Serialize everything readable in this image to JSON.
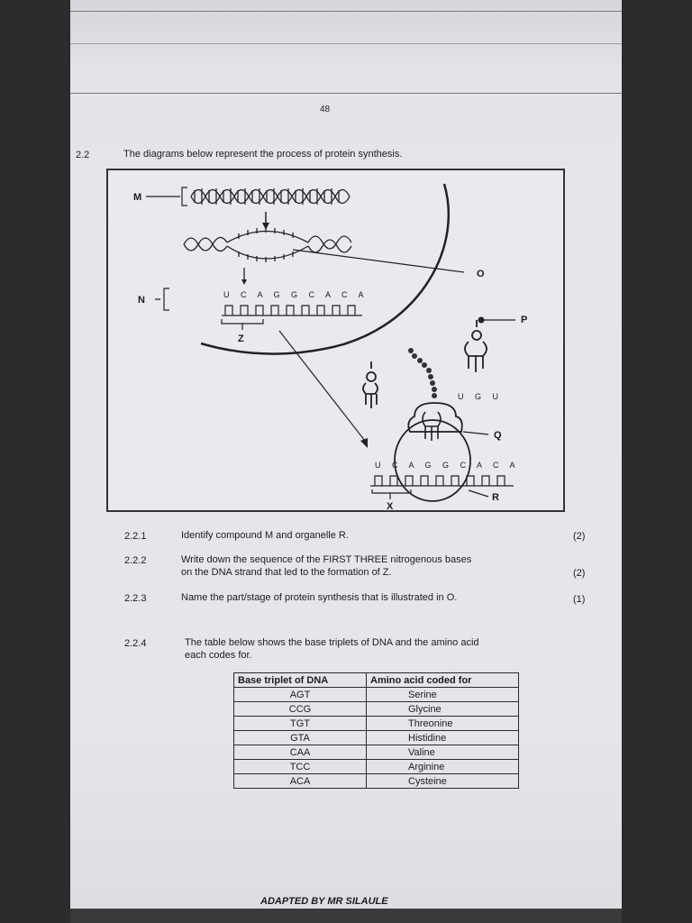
{
  "page_number": "48",
  "question": {
    "number": "2.2",
    "text": "The diagrams below represent the process of protein synthesis."
  },
  "diagram": {
    "labels": {
      "M": "M",
      "N": "N",
      "O": "O",
      "P": "P",
      "Q": "Q",
      "R": "R",
      "X": "X",
      "Z": "Z"
    },
    "mrna_bases": "U C A G G C A C A",
    "ribosome_bases": "U C A G G C A C A",
    "anticodon": "U G U"
  },
  "subquestions": [
    {
      "number": "2.2.1",
      "text": "Identify compound M and organelle R.",
      "marks": "(2)"
    },
    {
      "number": "2.2.2",
      "text": "Write down the sequence of the FIRST THREE nitrogenous bases",
      "text2": "on the DNA strand that led to the formation of Z.",
      "marks": "(2)"
    },
    {
      "number": "2.2.3",
      "text": "Name the part/stage of protein synthesis that is illustrated in O.",
      "marks": "(1)"
    },
    {
      "number": "2.2.4",
      "text": "The table below shows the base triplets of DNA and the amino acid",
      "text2": "each codes for."
    }
  ],
  "table": {
    "headers": [
      "Base triplet of DNA",
      "Amino acid coded for"
    ],
    "rows": [
      [
        "AGT",
        "Serine"
      ],
      [
        "CCG",
        "Glycine"
      ],
      [
        "TGT",
        "Threonine"
      ],
      [
        "GTA",
        "Histidine"
      ],
      [
        "CAA",
        "Valine"
      ],
      [
        "TCC",
        "Arginine"
      ],
      [
        "ACA",
        "Cysteine"
      ]
    ]
  },
  "footer": "ADAPTED BY MR SILAULE"
}
